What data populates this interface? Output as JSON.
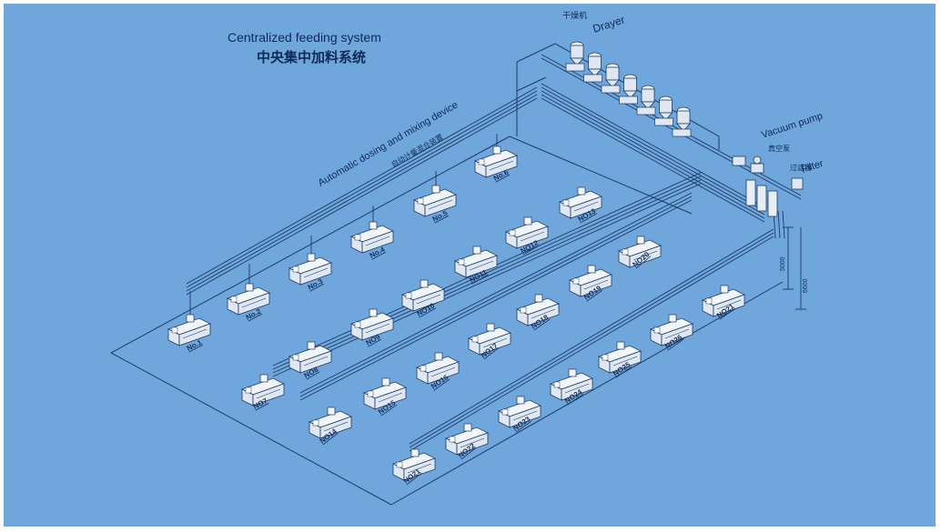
{
  "diagram": {
    "title_en": "Centralized feeding system",
    "title_zh": "中央集中加料系统",
    "dryer_zh": "干燥机",
    "dryer_en": "Drayer",
    "vacuum_en": "Vacuum pump",
    "vacuum_zh": "真空泵",
    "filter_zh": "过滤器",
    "filter_en": "Filter",
    "dosing_en": "Automatic dosing and mixing device",
    "dosing_zh": "自动计量混合装置",
    "dim_5000": "5000",
    "dim_6600": "6600",
    "machines": {
      "m1": "No.1",
      "m2": "No.2",
      "m3": "No.3",
      "m4": "No.4",
      "m5": "No.5",
      "m6": "No.6",
      "m7": "NO7",
      "m8": "NO8",
      "m9": "NO9",
      "m10": "NO10",
      "m11": "NO11",
      "m12": "NO12",
      "m13": "NO13",
      "m14": "NO14",
      "m15": "NO15",
      "m16": "NO16",
      "m17": "NO17",
      "m18": "NO18",
      "m19": "NO19",
      "m20": "NO20",
      "m21a": "NO21",
      "m22": "NO22",
      "m23": "NO23",
      "m24": "NO24",
      "m25": "NO25",
      "m26": "NO26",
      "m21b": "NO21"
    }
  },
  "colors": {
    "background": "#6fa7dc",
    "line": "#1e3a66",
    "text": "#0f2a55",
    "machine_fill": "#dfe8f2",
    "machine_top": "#f2f6fa"
  }
}
